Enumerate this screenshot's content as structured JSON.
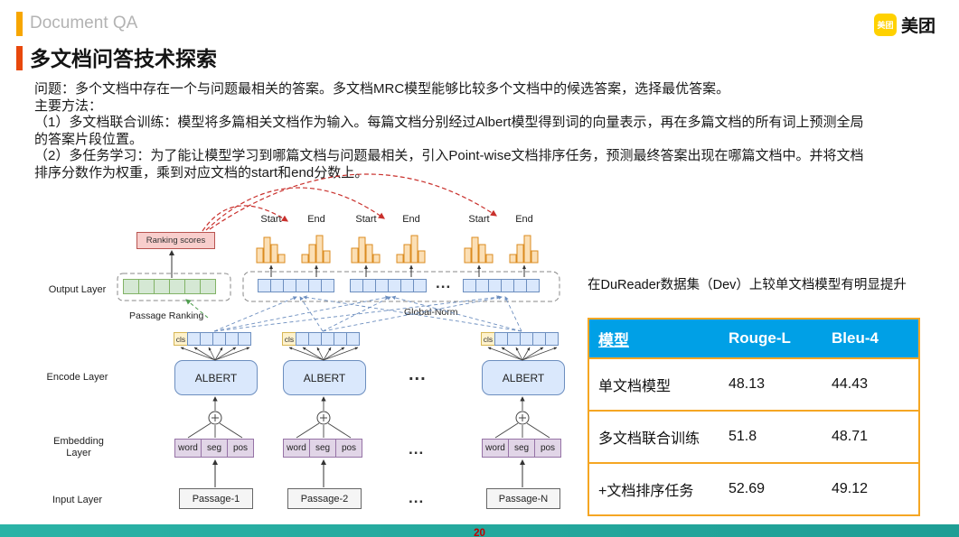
{
  "header": {
    "eyebrow": "Document QA",
    "title": "多文档问答技术探索",
    "logo_badge": "美团",
    "logo_text": "美团"
  },
  "body": {
    "p1": "问题：多个文档中存在一个与问题最相关的答案。多文档MRC模型能够比较多个文档中的候选答案，选择最优答案。",
    "p2": "主要方法：",
    "p3": "（1）多文档联合训练：模型将多篇相关文档作为输入。每篇文档分别经过Albert模型得到词的向量表示，再在多篇文档的所有词上预测全局的答案片段位置。",
    "p4": "（2）多任务学习：为了能让模型学习到哪篇文档与问题最相关，引入Point-wise文档排序任务，预测最终答案出现在哪篇文档中。并将文档排序分数作为权重，乘到对应文档的start和end分数上。"
  },
  "diagram": {
    "layers": [
      "Output Layer",
      "Encode Layer",
      "Embedding Layer",
      "Input Layer"
    ],
    "ranking_scores": "Ranking scores",
    "passage_ranking": "Passage Ranking",
    "global_norm": "Global-Norm",
    "start_label": "Start",
    "end_label": "End",
    "cls": "cls",
    "albert": "ALBERT",
    "embed_cells": [
      "word",
      "seg",
      "pos"
    ],
    "passages": [
      "Passage-1",
      "Passage-2",
      "Passage-N"
    ],
    "ellipsis": "..."
  },
  "results": {
    "caption": "在DuReader数据集（Dev）上较单文档模型有明显提升",
    "table": {
      "headers": [
        "模型",
        "Rouge-L",
        "Bleu-4"
      ],
      "rows": [
        [
          "单文档模型",
          "48.13",
          "44.43"
        ],
        [
          "多文档联合训练",
          "51.8",
          "48.71"
        ],
        [
          "+文档排序任务",
          "52.69",
          "49.12"
        ]
      ]
    }
  },
  "footer": {
    "page_number": "20"
  },
  "colors": {
    "eyebrow_accent": "#F7A600",
    "title_accent": "#E8480C",
    "table_header": "#00A0E6",
    "table_border": "#F5A623",
    "footer_bar": "#27AEA2",
    "page_number": "#C00000",
    "meituan_yellow": "#FFD100"
  }
}
